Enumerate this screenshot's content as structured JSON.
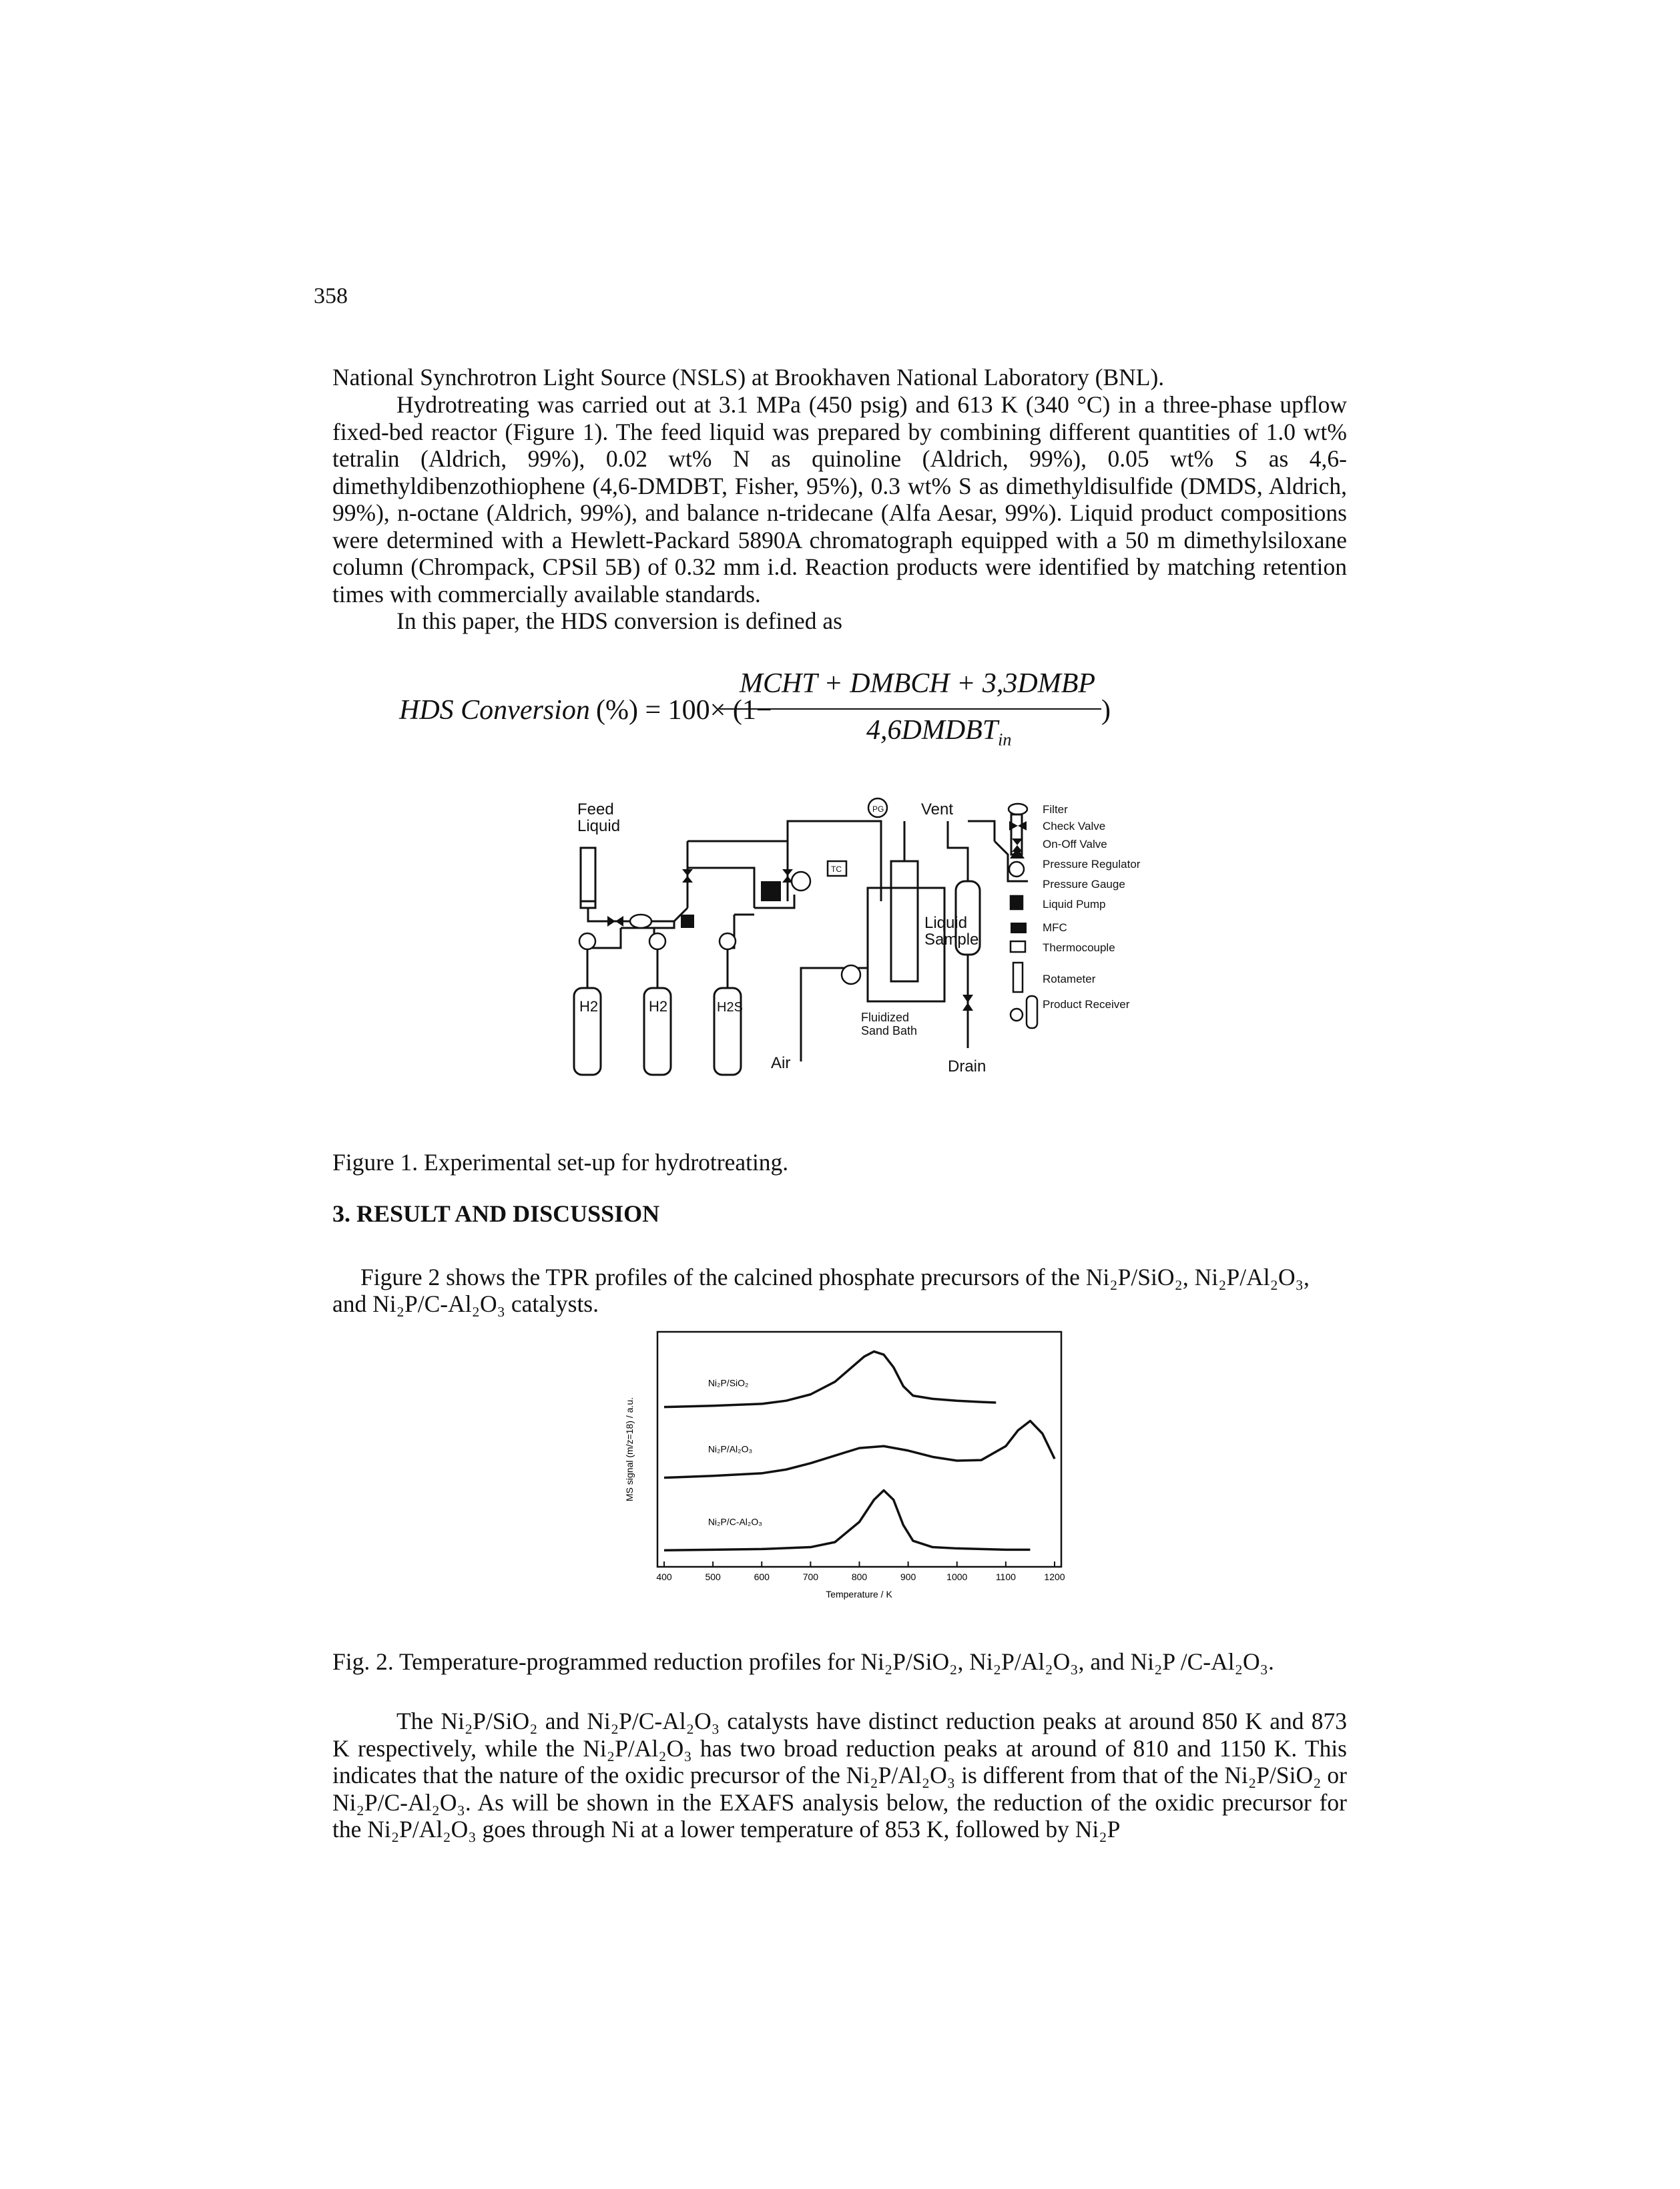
{
  "page": {
    "number": "358"
  },
  "intro": {
    "line1": "National Synchrotron Light Source (NSLS) at Brookhaven National Laboratory (BNL).",
    "para2": "Hydrotreating was carried out at 3.1 MPa (450 psig) and 613 K (340 °C) in a three-phase upflow fixed-bed reactor (Figure 1). The feed liquid was prepared by combining different quantities of 1.0 wt% tetralin (Aldrich, 99%), 0.02 wt% N as quinoline (Aldrich, 99%), 0.05 wt% S as 4,6-dimethyldibenzothiophene (4,6-DMDBT, Fisher, 95%), 0.3 wt% S as dimethyldisulfide (DMDS, Aldrich, 99%), n-octane (Aldrich, 99%), and balance n-tridecane (Alfa Aesar, 99%). Liquid product compositions were determined with a Hewlett-Packard 5890A chromatograph equipped with a 50 m dimethylsiloxane column (Chrompack, CPSil 5B) of 0.32 mm i.d. Reaction products were identified by matching retention times with commercially available standards.",
    "para3": "In this paper, the HDS conversion is defined as"
  },
  "formula": {
    "lhs": "HDS Conversion",
    "lhs_unit": "(%) = 100× (1−",
    "numerator": "MCHT + DMBCH + 3,3DMBP",
    "denominator": "4,6DMDBT",
    "denominator_sub": "in",
    "close": ")"
  },
  "figure1": {
    "caption": "Figure 1. Experimental set-up for hydrotreating.",
    "labels": {
      "feed": "Feed",
      "liquid": "Liquid",
      "vent": "Vent",
      "liquid_sample_1": "Liquid",
      "liquid_sample_2": "Sample",
      "sand_bath_1": "Fluidized",
      "sand_bath_2": "Sand Bath",
      "air": "Air",
      "drain": "Drain",
      "h2_a": "H2",
      "h2_b": "H2",
      "h2s": "H2S",
      "pg": "PG",
      "tc": "TC"
    },
    "legend": [
      "Filter",
      "Check Valve",
      "On-Off Valve",
      "Pressure Regulator",
      "Pressure Gauge",
      "Liquid Pump",
      "MFC",
      "Thermocouple",
      "Rotameter",
      "Product Receiver"
    ]
  },
  "section": {
    "title": "3. RESULT AND DISCUSSION"
  },
  "para_fig2": {
    "line1": "Figure 2 shows the TPR profiles of the calcined phosphate precursors of the Ni₂P/SiO₂, Ni₂P/Al₂O₃,",
    "line2": "and Ni₂P/C-Al₂O₃ catalysts."
  },
  "chart_data": {
    "type": "line",
    "title": "",
    "xlabel": "Temperature / K",
    "ylabel": "MS signal (m/z=18) / a.u.",
    "xlim": [
      400,
      1200
    ],
    "xticks": [
      "400",
      "500",
      "600",
      "700",
      "800",
      "900",
      "1000",
      "1100",
      "1200"
    ],
    "grid": false,
    "series": [
      {
        "name": "Ni₂P/SiO₂",
        "x": [
          400,
          500,
          600,
          650,
          700,
          750,
          780,
          810,
          830,
          850,
          870,
          890,
          910,
          950,
          1000,
          1050,
          1080
        ],
        "y": [
          0.12,
          0.14,
          0.17,
          0.22,
          0.32,
          0.52,
          0.72,
          0.92,
          1.0,
          0.95,
          0.75,
          0.45,
          0.3,
          0.25,
          0.22,
          0.2,
          0.19
        ],
        "baseline": 2.2
      },
      {
        "name": "Ni₂P/Al₂O₃",
        "x": [
          400,
          500,
          600,
          650,
          700,
          750,
          800,
          850,
          900,
          950,
          1000,
          1050,
          1100,
          1125,
          1150,
          1175,
          1200
        ],
        "y": [
          0.05,
          0.08,
          0.12,
          0.18,
          0.28,
          0.4,
          0.52,
          0.55,
          0.48,
          0.38,
          0.32,
          0.33,
          0.55,
          0.8,
          0.95,
          0.75,
          0.35
        ],
        "baseline": 1.15
      },
      {
        "name": "Ni₂P/C-Al₂O₃",
        "x": [
          400,
          500,
          600,
          700,
          750,
          800,
          830,
          850,
          870,
          890,
          910,
          950,
          1000,
          1050,
          1100,
          1150
        ],
        "y": [
          0.05,
          0.06,
          0.07,
          0.1,
          0.18,
          0.5,
          0.85,
          1.0,
          0.85,
          0.45,
          0.2,
          0.1,
          0.08,
          0.07,
          0.06,
          0.06
        ],
        "baseline": 0.0
      }
    ]
  },
  "figure2": {
    "caption": "Fig. 2. Temperature-programmed reduction profiles for Ni₂P/SiO₂, Ni₂P/Al₂O₃, and Ni₂P /C-Al₂O₃."
  },
  "discussion": {
    "para": "The Ni₂P/SiO₂ and Ni₂P/C-Al₂O₃ catalysts have distinct reduction peaks at around 850 K and 873 K respectively, while the Ni₂P/Al₂O₃ has two broad reduction peaks at around of 810 and 1150 K. This indicates that the nature of the oxidic precursor of the Ni₂P/Al₂O₃ is different from that of the Ni₂P/SiO₂ or Ni₂P/C-Al₂O₃. As will be shown in the EXAFS analysis below, the reduction of the oxidic precursor for the Ni₂P/Al₂O₃ goes through Ni at a lower temperature of 853 K, followed by Ni₂P"
  }
}
